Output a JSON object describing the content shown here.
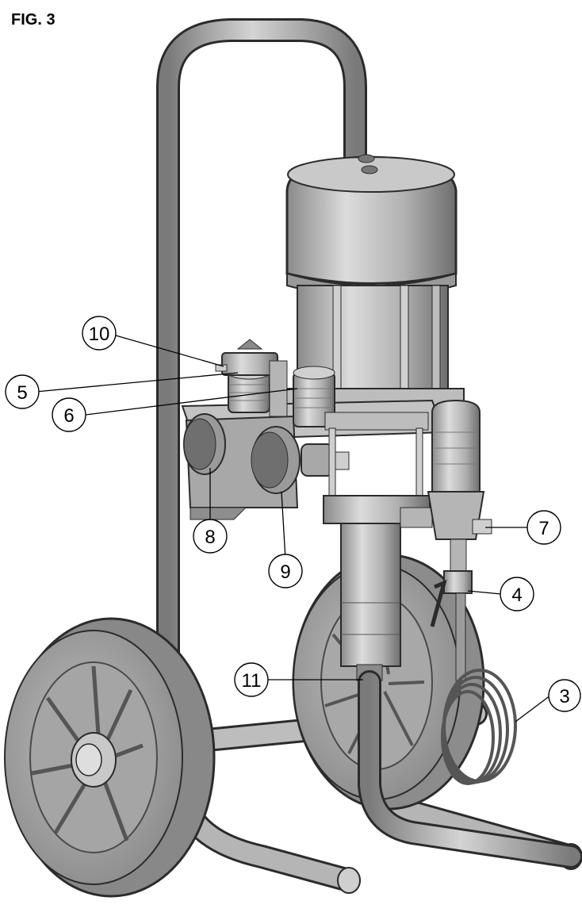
{
  "figure": {
    "title": "FIG. 3",
    "callouts": [
      {
        "id": "10",
        "label": "10"
      },
      {
        "id": "5",
        "label": "5"
      },
      {
        "id": "6",
        "label": "6"
      },
      {
        "id": "8",
        "label": "8"
      },
      {
        "id": "9",
        "label": "9"
      },
      {
        "id": "7",
        "label": "7"
      },
      {
        "id": "4",
        "label": "4"
      },
      {
        "id": "11",
        "label": "11"
      },
      {
        "id": "3",
        "label": "3"
      }
    ]
  },
  "colors": {
    "metal_light": "#d9d9d9",
    "metal_mid": "#a6a6a6",
    "metal_dark": "#6e6e6e",
    "outline": "#2b2b2b"
  }
}
